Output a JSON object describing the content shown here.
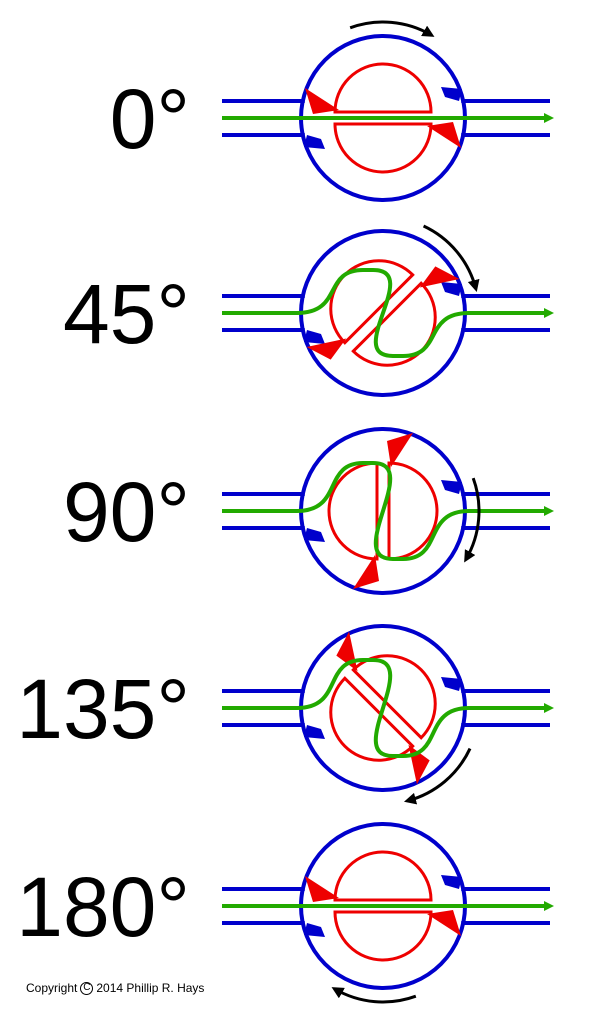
{
  "stages": [
    {
      "label": "0°",
      "rotation": 0,
      "flow": "straight",
      "arrow_dir": "cw"
    },
    {
      "label": "45°",
      "rotation": 45,
      "flow": "s-bend",
      "arrow_dir": "cw"
    },
    {
      "label": "90°",
      "rotation": 90,
      "flow": "s-bend",
      "arrow_dir": "cw"
    },
    {
      "label": "135°",
      "rotation": 135,
      "flow": "s-bend",
      "arrow_dir": "cw"
    },
    {
      "label": "180°",
      "rotation": 180,
      "flow": "straight",
      "arrow_dir": "cw"
    }
  ],
  "copyright": {
    "prefix": "Copyright",
    "symbol": "C",
    "text": "2014 Phillip R. Hays"
  },
  "colors": {
    "housing": "#0000cc",
    "rotor": "#ee0000",
    "flow": "#22aa00",
    "rotation_arrow": "#000000"
  }
}
